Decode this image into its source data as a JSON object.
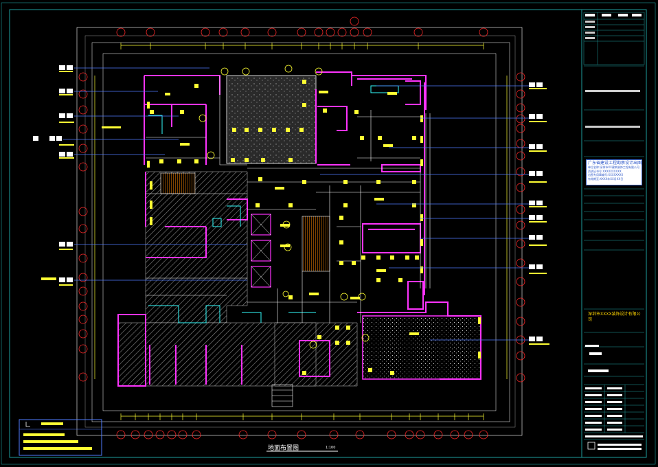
{
  "drawing": {
    "title": "地面布置图",
    "scale": "1:100"
  },
  "stamp": {
    "title": "广东省建设工程勘察设计出图专用章",
    "lines": [
      "单位名称:深圳市XX建筑装饰工程有限公司",
      "资质证书号:XXXXXXXXXX",
      "出图专用章编号:XXXXXXXX",
      "有效期至:XXXX年XX月XX日"
    ]
  },
  "project_name": "深圳市XXXX装饰设计有限公司",
  "colors": {
    "background": "#000000",
    "frame": "#1e9e9e",
    "wall": "#ff33ff",
    "dimension": "#ffff33",
    "grid_bubble": "#ff2a2a",
    "leader": "#4f7dff",
    "hatch": "#8a8a8a",
    "cyan": "#33ffff",
    "white": "#ffffff"
  }
}
